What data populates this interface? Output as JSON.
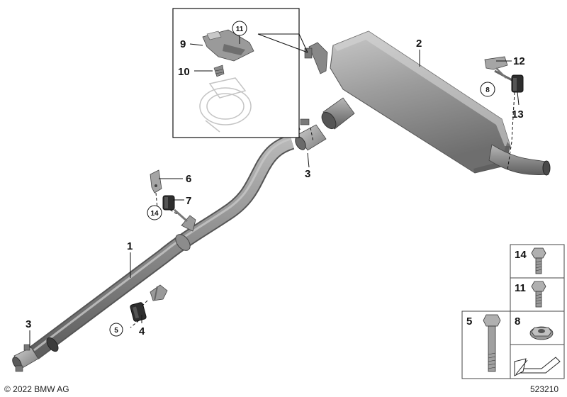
{
  "diagram": {
    "parts": {
      "p1": "1",
      "p2": "2",
      "p3_front": "3",
      "p3_rear": "3",
      "p4": "4",
      "p5_circle": "5",
      "p6": "6",
      "p7": "7",
      "p14_circle": "14",
      "p9": "9",
      "p10": "10",
      "p11_circle": "11",
      "p12": "12",
      "p13": "13",
      "p8_circle": "8"
    },
    "legend": {
      "l14": "14",
      "l11": "11",
      "l5": "5",
      "l8": "8"
    },
    "footer": {
      "copyright": "© 2022 BMW AG",
      "diagram_id": "523210"
    }
  }
}
